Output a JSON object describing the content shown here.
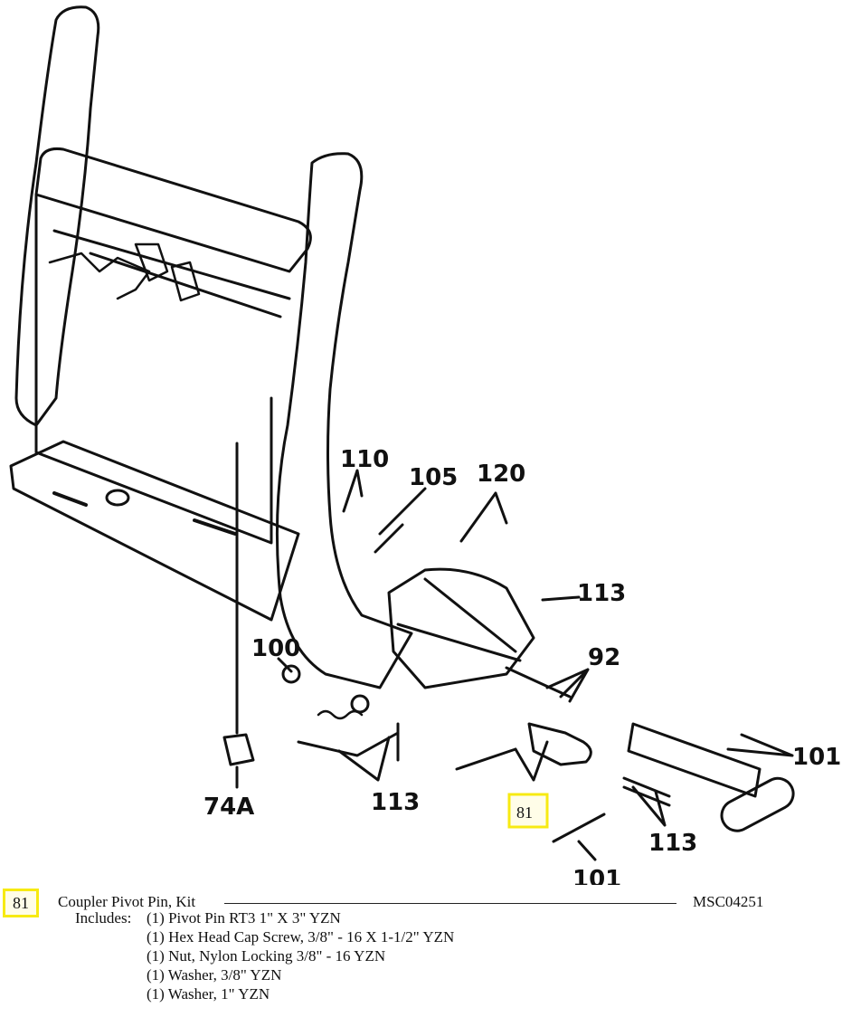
{
  "callouts": [
    {
      "id": "c110",
      "label": "110"
    },
    {
      "id": "c105",
      "label": "105"
    },
    {
      "id": "c120",
      "label": "120"
    },
    {
      "id": "c113a",
      "label": "113"
    },
    {
      "id": "c92",
      "label": "92"
    },
    {
      "id": "c100",
      "label": "100"
    },
    {
      "id": "c101a",
      "label": "101"
    },
    {
      "id": "c74a",
      "label": "74A"
    },
    {
      "id": "c113b",
      "label": "113"
    },
    {
      "id": "c81",
      "label": "81"
    },
    {
      "id": "c113c",
      "label": "113"
    },
    {
      "id": "c101b",
      "label": "101"
    }
  ],
  "highlight_color": "#f7ea12",
  "legend": {
    "item_number": "81",
    "description": "Coupler Pivot Pin, Kit",
    "part_number": "MSC04251",
    "includes_label": "Includes:",
    "includes": [
      "(1) Pivot Pin RT3 1\" X 3\" YZN",
      "(1) Hex Head Cap Screw, 3/8\" - 16 X 1-1/2\" YZN",
      "(1) Nut, Nylon Locking 3/8\" - 16 YZN",
      "(1) Washer, 3/8\" YZN",
      "(1) Washer, 1\" YZN"
    ]
  }
}
